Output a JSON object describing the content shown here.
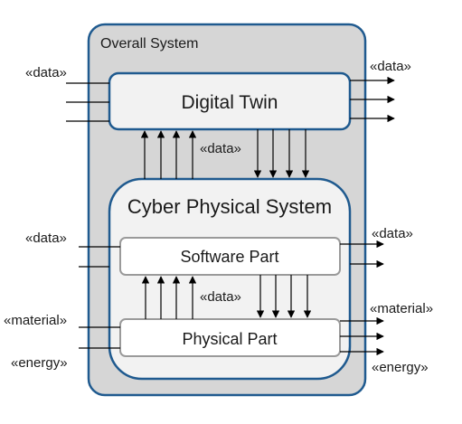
{
  "overall_system": {
    "title": "Overall System"
  },
  "digital_twin": {
    "title": "Digital Twin"
  },
  "cyber_physical_system": {
    "title": "Cyber Physical System"
  },
  "software_part": {
    "title": "Software Part"
  },
  "physical_part": {
    "title": "Physical Part"
  },
  "flows": {
    "dt_input_data": "«data»",
    "dt_output_data": "«data»",
    "dt_cps_data": "«data»",
    "cps_input_data": "«data»",
    "cps_output_data": "«data»",
    "sw_phys_data": "«data»",
    "input_material": "«material»",
    "output_material": "«material»",
    "input_energy": "«energy»",
    "output_energy": "«energy»"
  },
  "colors": {
    "outer_fill": "#d6d6d6",
    "box_fill": "#f2f2f2",
    "white_fill": "#ffffff",
    "blue_border": "#1f5a8f",
    "gray_border": "#9a9a9a"
  }
}
